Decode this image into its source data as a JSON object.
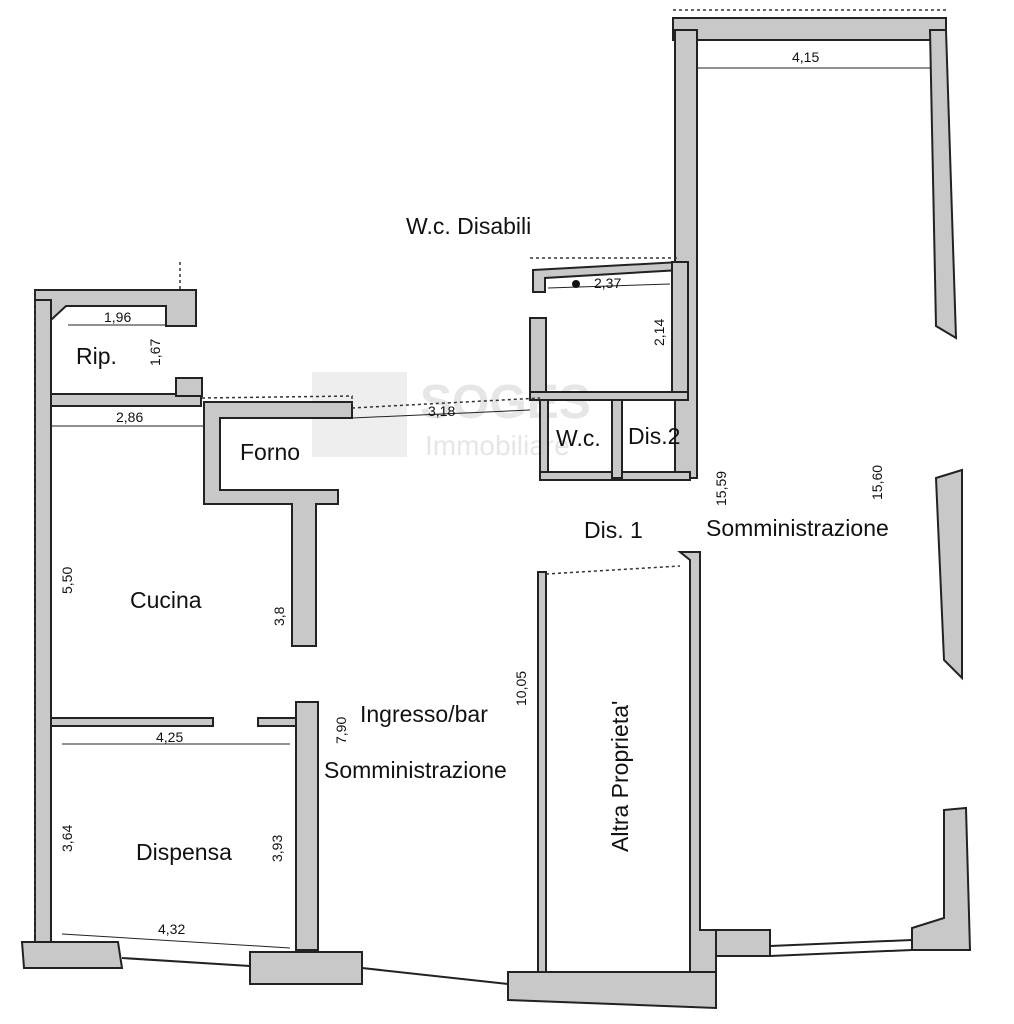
{
  "watermark": {
    "brand": "SOGES",
    "sub": "Immobiliare"
  },
  "rooms": {
    "wc_disabili": "W.c. Disabili",
    "rip": "Rip.",
    "forno": "Forno",
    "wc": "W.c.",
    "dis2": "Dis.2",
    "dis1": "Dis. 1",
    "somministrazione_right": "Somministrazione",
    "cucina": "Cucina",
    "ingresso_bar": "Ingresso/bar",
    "somministrazione_center": "Somministrazione",
    "altra_proprieta": "Altra Proprieta'",
    "dispensa": "Dispensa"
  },
  "dimensions": {
    "top_width": "4,15",
    "wc_width": "2,37",
    "wc_depth": "2,14",
    "rip_width": "1,96",
    "rip_depth": "1,67",
    "cucina_width": "2,86",
    "corridor_width": "3,18",
    "right_depth_a": "15,59",
    "right_depth_b": "15,60",
    "cucina_depth": "5,50",
    "forno_wall": "3,8",
    "altra_depth": "10,05",
    "ingresso_depth": "7,90",
    "dispensa_top": "4,25",
    "dispensa_depth_left": "3,64",
    "dispensa_depth_right": "3,93",
    "dispensa_bottom": "4,32"
  },
  "colors": {
    "wall_fill": "#c8c8c8",
    "line": "#222222"
  }
}
